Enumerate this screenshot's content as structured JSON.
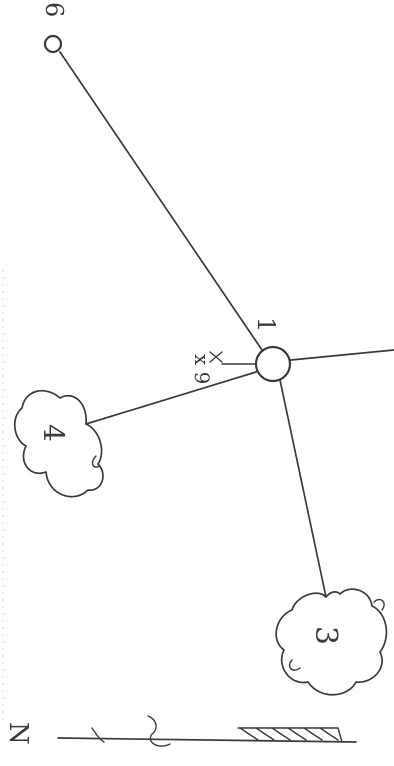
{
  "diagram": {
    "ink_color": "#3a3a3a",
    "background": "#ffffff",
    "nodes": [
      {
        "id": "1",
        "label": "1",
        "shape": "circle"
      },
      {
        "id": "3",
        "label": "3",
        "shape": "cloud"
      },
      {
        "id": "4",
        "label": "4",
        "shape": "cloud"
      },
      {
        "id": "6",
        "label": "6",
        "shape": "circle"
      }
    ],
    "edges": [
      {
        "from": "1",
        "to": "6"
      },
      {
        "from": "1",
        "to": "4"
      },
      {
        "from": "1",
        "to": "3"
      },
      {
        "from": "1",
        "to": "offscreen-right"
      },
      {
        "from": "1",
        "to": "x",
        "kind": "short-stub"
      }
    ],
    "stub_label": "x 9",
    "ground_label": "N",
    "ground_icon": "ground-symbol"
  }
}
